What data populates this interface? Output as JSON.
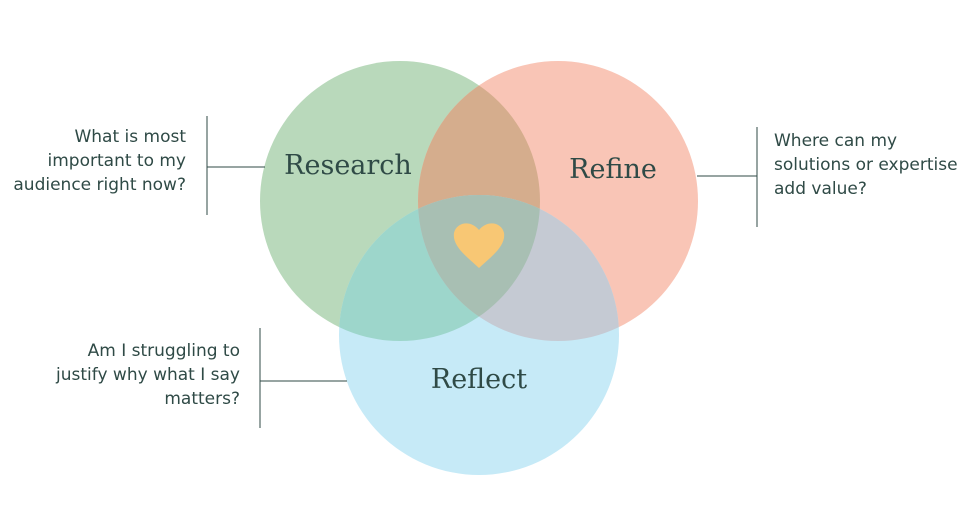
{
  "circles": {
    "research": {
      "label": "Research",
      "color": "#b9d9bb"
    },
    "refine": {
      "label": "Refine",
      "color": "#f9c5b6"
    },
    "reflect": {
      "label": "Reflect",
      "color": "#c6eaf7"
    }
  },
  "overlap_colors": {
    "research_refine": "#d5ad8d",
    "research_reflect": "#9dd6cb",
    "refine_reflect": "#c5cad3",
    "center": "#a8bfb3"
  },
  "center_icon": {
    "name": "heart-icon",
    "color": "#f8c774"
  },
  "questions": {
    "research": {
      "lines": [
        "What is most",
        "important to my",
        "audience right now?"
      ]
    },
    "refine": {
      "lines": [
        "Where can my",
        "solutions or expertise",
        "add value?"
      ]
    },
    "reflect": {
      "lines": [
        "Am I struggling to",
        "justify why what I say",
        "matters?"
      ]
    }
  },
  "connector_color": "#2f4a46"
}
